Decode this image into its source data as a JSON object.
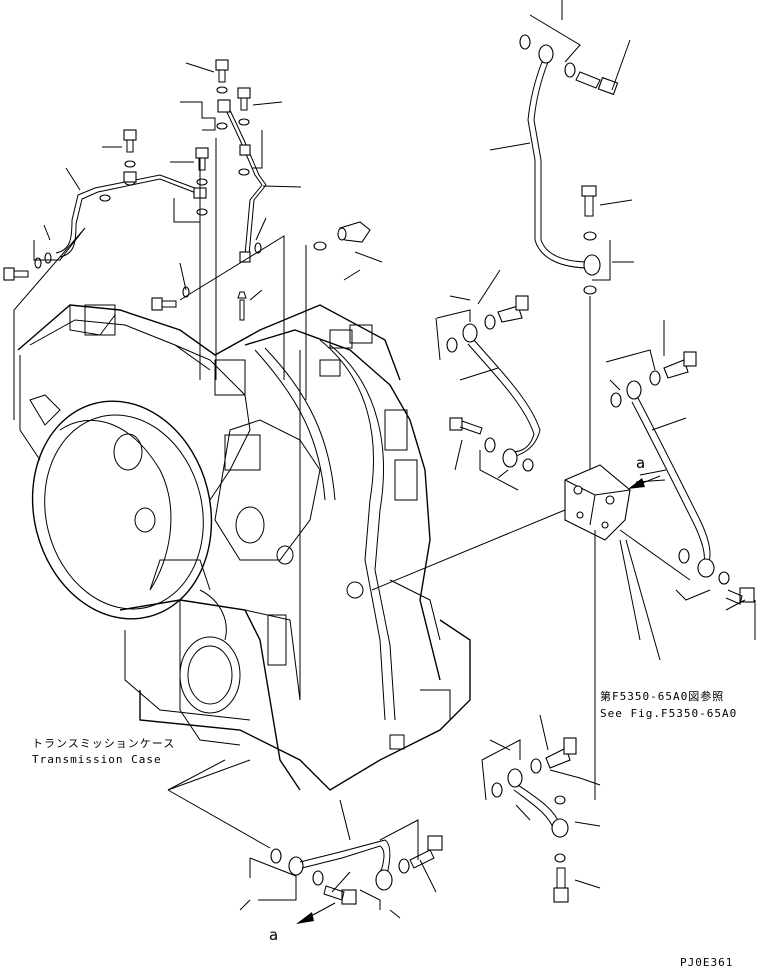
{
  "labels": {
    "case_jp": "トランスミッションケース",
    "case_en": "Transmission Case",
    "see_fig_jp": "第F5350-65A0図参照",
    "see_fig_en": "See Fig.F5350-65A0",
    "view_arrow_top": "a",
    "view_arrow_bottom": "a",
    "drawing_code": "PJ0E361"
  },
  "colors": {
    "line": "#000000",
    "background": "#ffffff"
  }
}
